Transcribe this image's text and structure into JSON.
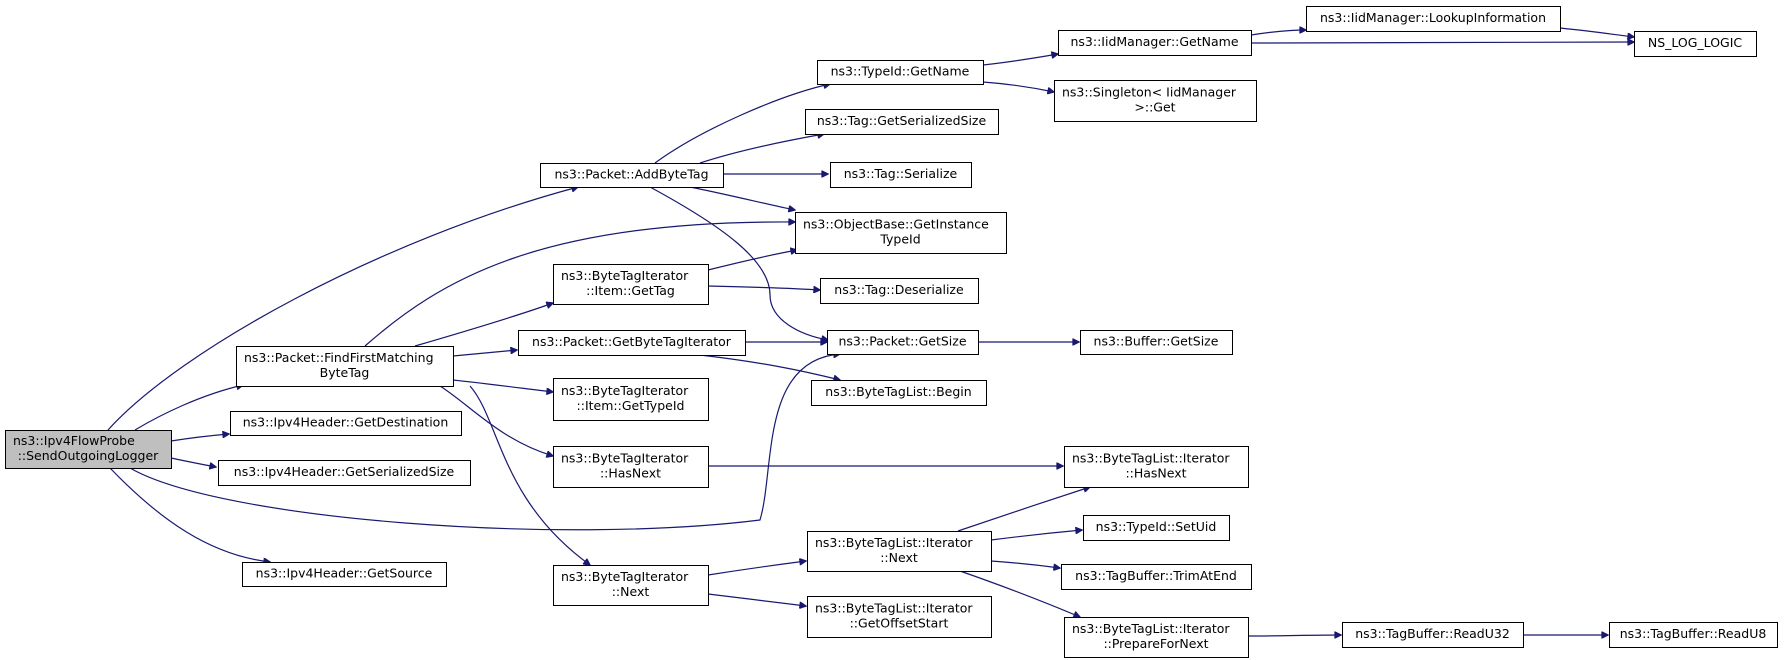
{
  "diagram": {
    "type": "call-graph",
    "accent_color": "#191970",
    "root_fill": "#bfbfbf",
    "nodes": [
      {
        "id": "root",
        "lines": [
          "ns3::Ipv4FlowProbe",
          "::SendOutgoingLogger"
        ]
      },
      {
        "id": "addbytetag",
        "lines": [
          "ns3::Packet::AddByteTag"
        ]
      },
      {
        "id": "findfirst",
        "lines": [
          "ns3::Packet::FindFirstMatching",
          "ByteTag"
        ]
      },
      {
        "id": "getdest",
        "lines": [
          "ns3::Ipv4Header::GetDestination"
        ]
      },
      {
        "id": "getsersize",
        "lines": [
          "ns3::Ipv4Header::GetSerializedSize"
        ]
      },
      {
        "id": "getsource",
        "lines": [
          "ns3::Ipv4Header::GetSource"
        ]
      },
      {
        "id": "typeid_getname",
        "lines": [
          "ns3::TypeId::GetName"
        ]
      },
      {
        "id": "tag_getser",
        "lines": [
          "ns3::Tag::GetSerializedSize"
        ]
      },
      {
        "id": "tag_serialize",
        "lines": [
          "ns3::Tag::Serialize"
        ]
      },
      {
        "id": "objbase",
        "lines": [
          "ns3::ObjectBase::GetInstance",
          "TypeId"
        ]
      },
      {
        "id": "item_gettag",
        "lines": [
          "ns3::ByteTagIterator",
          "::Item::GetTag"
        ]
      },
      {
        "id": "tag_deser",
        "lines": [
          "ns3::Tag::Deserialize"
        ]
      },
      {
        "id": "getbytetagit",
        "lines": [
          "ns3::Packet::GetByteTagIterator"
        ]
      },
      {
        "id": "pkt_getsize",
        "lines": [
          "ns3::Packet::GetSize"
        ]
      },
      {
        "id": "btl_begin",
        "lines": [
          "ns3::ByteTagList::Begin"
        ]
      },
      {
        "id": "item_gettypeid",
        "lines": [
          "ns3::ByteTagIterator",
          "::Item::GetTypeId"
        ]
      },
      {
        "id": "bti_hasnext",
        "lines": [
          "ns3::ByteTagIterator",
          "::HasNext"
        ]
      },
      {
        "id": "bti_next",
        "lines": [
          "ns3::ByteTagIterator",
          "::Next"
        ]
      },
      {
        "id": "iid_getname",
        "lines": [
          "ns3::IidManager::GetName"
        ]
      },
      {
        "id": "iid_lookup",
        "lines": [
          "ns3::IidManager::LookupInformation"
        ]
      },
      {
        "id": "ns_log",
        "lines": [
          "NS_LOG_LOGIC"
        ]
      },
      {
        "id": "singleton",
        "lines": [
          "ns3::Singleton< IidManager",
          ">::Get"
        ]
      },
      {
        "id": "buf_getsize",
        "lines": [
          "ns3::Buffer::GetSize"
        ]
      },
      {
        "id": "btli_hasnext",
        "lines": [
          "ns3::ByteTagList::Iterator",
          "::HasNext"
        ]
      },
      {
        "id": "btli_next",
        "lines": [
          "ns3::ByteTagList::Iterator",
          "::Next"
        ]
      },
      {
        "id": "btli_offset",
        "lines": [
          "ns3::ByteTagList::Iterator",
          "::GetOffsetStart"
        ]
      },
      {
        "id": "typeid_setuid",
        "lines": [
          "ns3::TypeId::SetUid"
        ]
      },
      {
        "id": "tagbuf_trim",
        "lines": [
          "ns3::TagBuffer::TrimAtEnd"
        ]
      },
      {
        "id": "btli_prepare",
        "lines": [
          "ns3::ByteTagList::Iterator",
          "::PrepareForNext"
        ]
      },
      {
        "id": "tagbuf_u32",
        "lines": [
          "ns3::TagBuffer::ReadU32"
        ]
      },
      {
        "id": "tagbuf_u8",
        "lines": [
          "ns3::TagBuffer::ReadU8"
        ]
      }
    ],
    "edges": [
      {
        "from": "root",
        "to": "addbytetag"
      },
      {
        "from": "root",
        "to": "findfirst"
      },
      {
        "from": "root",
        "to": "getdest"
      },
      {
        "from": "root",
        "to": "getsersize"
      },
      {
        "from": "root",
        "to": "getsource"
      },
      {
        "from": "root",
        "to": "pkt_getsize"
      },
      {
        "from": "addbytetag",
        "to": "typeid_getname"
      },
      {
        "from": "addbytetag",
        "to": "tag_getser"
      },
      {
        "from": "addbytetag",
        "to": "tag_serialize"
      },
      {
        "from": "addbytetag",
        "to": "objbase"
      },
      {
        "from": "addbytetag",
        "to": "pkt_getsize"
      },
      {
        "from": "findfirst",
        "to": "objbase"
      },
      {
        "from": "findfirst",
        "to": "item_gettag"
      },
      {
        "from": "findfirst",
        "to": "getbytetagit"
      },
      {
        "from": "findfirst",
        "to": "item_gettypeid"
      },
      {
        "from": "findfirst",
        "to": "bti_hasnext"
      },
      {
        "from": "findfirst",
        "to": "bti_next"
      },
      {
        "from": "typeid_getname",
        "to": "iid_getname"
      },
      {
        "from": "typeid_getname",
        "to": "singleton"
      },
      {
        "from": "iid_getname",
        "to": "iid_lookup"
      },
      {
        "from": "iid_getname",
        "to": "ns_log"
      },
      {
        "from": "iid_lookup",
        "to": "ns_log"
      },
      {
        "from": "item_gettag",
        "to": "objbase"
      },
      {
        "from": "item_gettag",
        "to": "tag_deser"
      },
      {
        "from": "getbytetagit",
        "to": "pkt_getsize"
      },
      {
        "from": "getbytetagit",
        "to": "btl_begin"
      },
      {
        "from": "pkt_getsize",
        "to": "buf_getsize"
      },
      {
        "from": "bti_hasnext",
        "to": "btli_hasnext"
      },
      {
        "from": "bti_next",
        "to": "btli_next"
      },
      {
        "from": "bti_next",
        "to": "btli_offset"
      },
      {
        "from": "btli_next",
        "to": "btli_hasnext"
      },
      {
        "from": "btli_next",
        "to": "typeid_setuid"
      },
      {
        "from": "btli_next",
        "to": "tagbuf_trim"
      },
      {
        "from": "btli_next",
        "to": "btli_prepare"
      },
      {
        "from": "btli_prepare",
        "to": "tagbuf_u32"
      },
      {
        "from": "tagbuf_u32",
        "to": "tagbuf_u8"
      }
    ]
  }
}
